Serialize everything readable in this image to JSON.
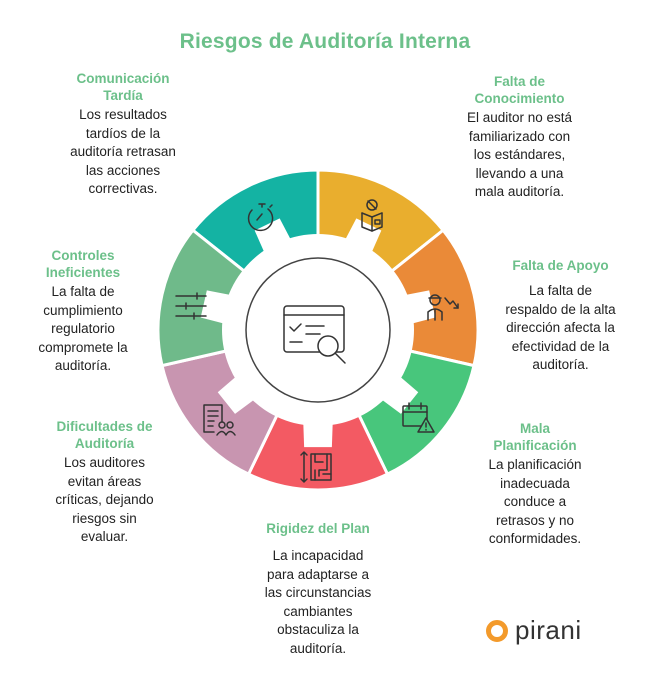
{
  "title": "Riesgos de Auditoría Interna",
  "segments": [
    {
      "id": "comunicacion",
      "heading": [
        "Comunicación",
        "Tardía"
      ],
      "body": [
        "Los resultados",
        "tardíos de la",
        "auditoría retrasan",
        "las acciones",
        "correctivas."
      ],
      "color": "#14b3a3",
      "icon": "stopwatch-icon"
    },
    {
      "id": "conocimiento",
      "heading": [
        "Falta de",
        "Conocimiento"
      ],
      "body": [
        "El auditor no está",
        "familiarizado con",
        "los estándares,",
        "llevando a una",
        "mala auditoría."
      ],
      "color": "#e9ae2e",
      "icon": "book-icon"
    },
    {
      "id": "apoyo",
      "heading": [
        "Falta de Apoyo"
      ],
      "body": [
        "La falta de",
        "respaldo de la alta",
        "dirección afecta la",
        "efectividad de la",
        "auditoría."
      ],
      "color": "#ea8a38",
      "icon": "manager-trend-icon"
    },
    {
      "id": "planificacion",
      "heading": [
        "Mala",
        "Planificación"
      ],
      "body": [
        "La planificación",
        "inadecuada",
        "conduce a",
        "retrasos y no",
        "conformidades."
      ],
      "color": "#48c67c",
      "icon": "calendar-warning-icon"
    },
    {
      "id": "rigidez",
      "heading": [
        "Rigidez del Plan"
      ],
      "body": [
        "La incapacidad",
        "para adaptarse a",
        "las circunstancias",
        "cambiantes",
        "obstaculiza la",
        "auditoría."
      ],
      "color": "#f35a63",
      "icon": "maze-icon"
    },
    {
      "id": "dificultades",
      "heading": [
        "Dificultades de",
        "Auditoría"
      ],
      "body": [
        "Los auditores",
        "evitan áreas",
        "críticas, dejando",
        "riesgos sin",
        "evaluar."
      ],
      "color": "#c895b0",
      "icon": "document-people-icon"
    },
    {
      "id": "controles",
      "heading": [
        "Controles",
        "Ineficientes"
      ],
      "body": [
        "La falta de",
        "cumplimiento",
        "regulatorio",
        "compromete la",
        "auditoría."
      ],
      "color": "#6fba8a",
      "icon": "sliders-icon"
    }
  ],
  "center_icon": "audit-checklist-magnifier-icon",
  "logo": {
    "text": "pirani",
    "mark_color": "#f39a2b"
  }
}
